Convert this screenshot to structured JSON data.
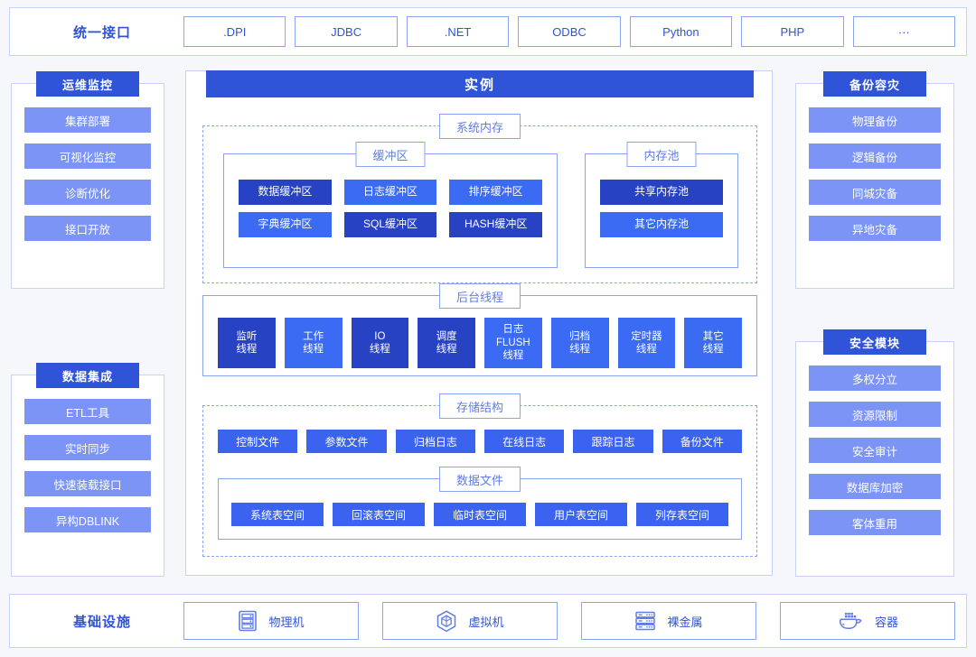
{
  "colors": {
    "background": "#f5f7fb",
    "header_blue": "#2f54d8",
    "item_blue": "#7b94f5",
    "box_dark": "#2842c4",
    "box_light": "#3b6af3",
    "box_mid": "#3b63ef",
    "border_blue": "#c7d2f7",
    "caption_blue": "#5f7ce8"
  },
  "top": {
    "title": "统一接口",
    "chips": [
      ".DPI",
      "JDBC",
      ".NET",
      "ODBC",
      "Python",
      "PHP",
      "···"
    ]
  },
  "left_panels": [
    {
      "title": "运维监控",
      "items": [
        "集群部署",
        "可视化监控",
        "诊断优化",
        "接口开放"
      ]
    },
    {
      "title": "数据集成",
      "items": [
        "ETL工具",
        "实时同步",
        "快速装载接口",
        "异构DBLINK"
      ]
    }
  ],
  "right_panels": [
    {
      "title": "备份容灾",
      "items": [
        "物理备份",
        "逻辑备份",
        "同城灾备",
        "异地灾备"
      ]
    },
    {
      "title": "安全模块",
      "items": [
        "多权分立",
        "资源限制",
        "安全审计",
        "数据库加密",
        "客体重用"
      ]
    }
  ],
  "instance": {
    "title": "实例",
    "memory": {
      "caption": "系统内存",
      "buffer": {
        "caption": "缓冲区",
        "items": [
          {
            "label": "数据缓冲区",
            "tone": "dark"
          },
          {
            "label": "日志缓冲区",
            "tone": "light"
          },
          {
            "label": "排序缓冲区",
            "tone": "light"
          },
          {
            "label": "字典缓冲区",
            "tone": "light"
          },
          {
            "label": "SQL缓冲区",
            "tone": "dark"
          },
          {
            "label": "HASH缓冲区",
            "tone": "dark"
          }
        ]
      },
      "pool": {
        "caption": "内存池",
        "items": [
          {
            "label": "共享内存池",
            "tone": "dark"
          },
          {
            "label": "其它内存池",
            "tone": "light"
          }
        ]
      }
    },
    "threads": {
      "caption": "后台线程",
      "items": [
        {
          "label": "监听\n线程",
          "tone": "dark"
        },
        {
          "label": "工作\n线程",
          "tone": "light"
        },
        {
          "label": "IO\n线程",
          "tone": "dark"
        },
        {
          "label": "调度\n线程",
          "tone": "dark"
        },
        {
          "label": "日志\nFLUSH\n线程",
          "tone": "light"
        },
        {
          "label": "归档\n线程",
          "tone": "light"
        },
        {
          "label": "定时器\n线程",
          "tone": "light"
        },
        {
          "label": "其它\n线程",
          "tone": "light"
        }
      ]
    },
    "storage": {
      "caption": "存储结构",
      "files": [
        "控制文件",
        "参数文件",
        "归档日志",
        "在线日志",
        "跟踪日志",
        "备份文件"
      ],
      "datafile": {
        "caption": "数据文件",
        "items": [
          "系统表空间",
          "回滚表空间",
          "临时表空间",
          "用户表空间",
          "列存表空间"
        ]
      }
    }
  },
  "bottom": {
    "title": "基础设施",
    "items": [
      {
        "label": "物理机",
        "icon": "server-rack-icon"
      },
      {
        "label": "虚拟机",
        "icon": "cube-icon"
      },
      {
        "label": "裸金属",
        "icon": "server-stack-icon"
      },
      {
        "label": "容器",
        "icon": "docker-whale-icon"
      }
    ]
  }
}
